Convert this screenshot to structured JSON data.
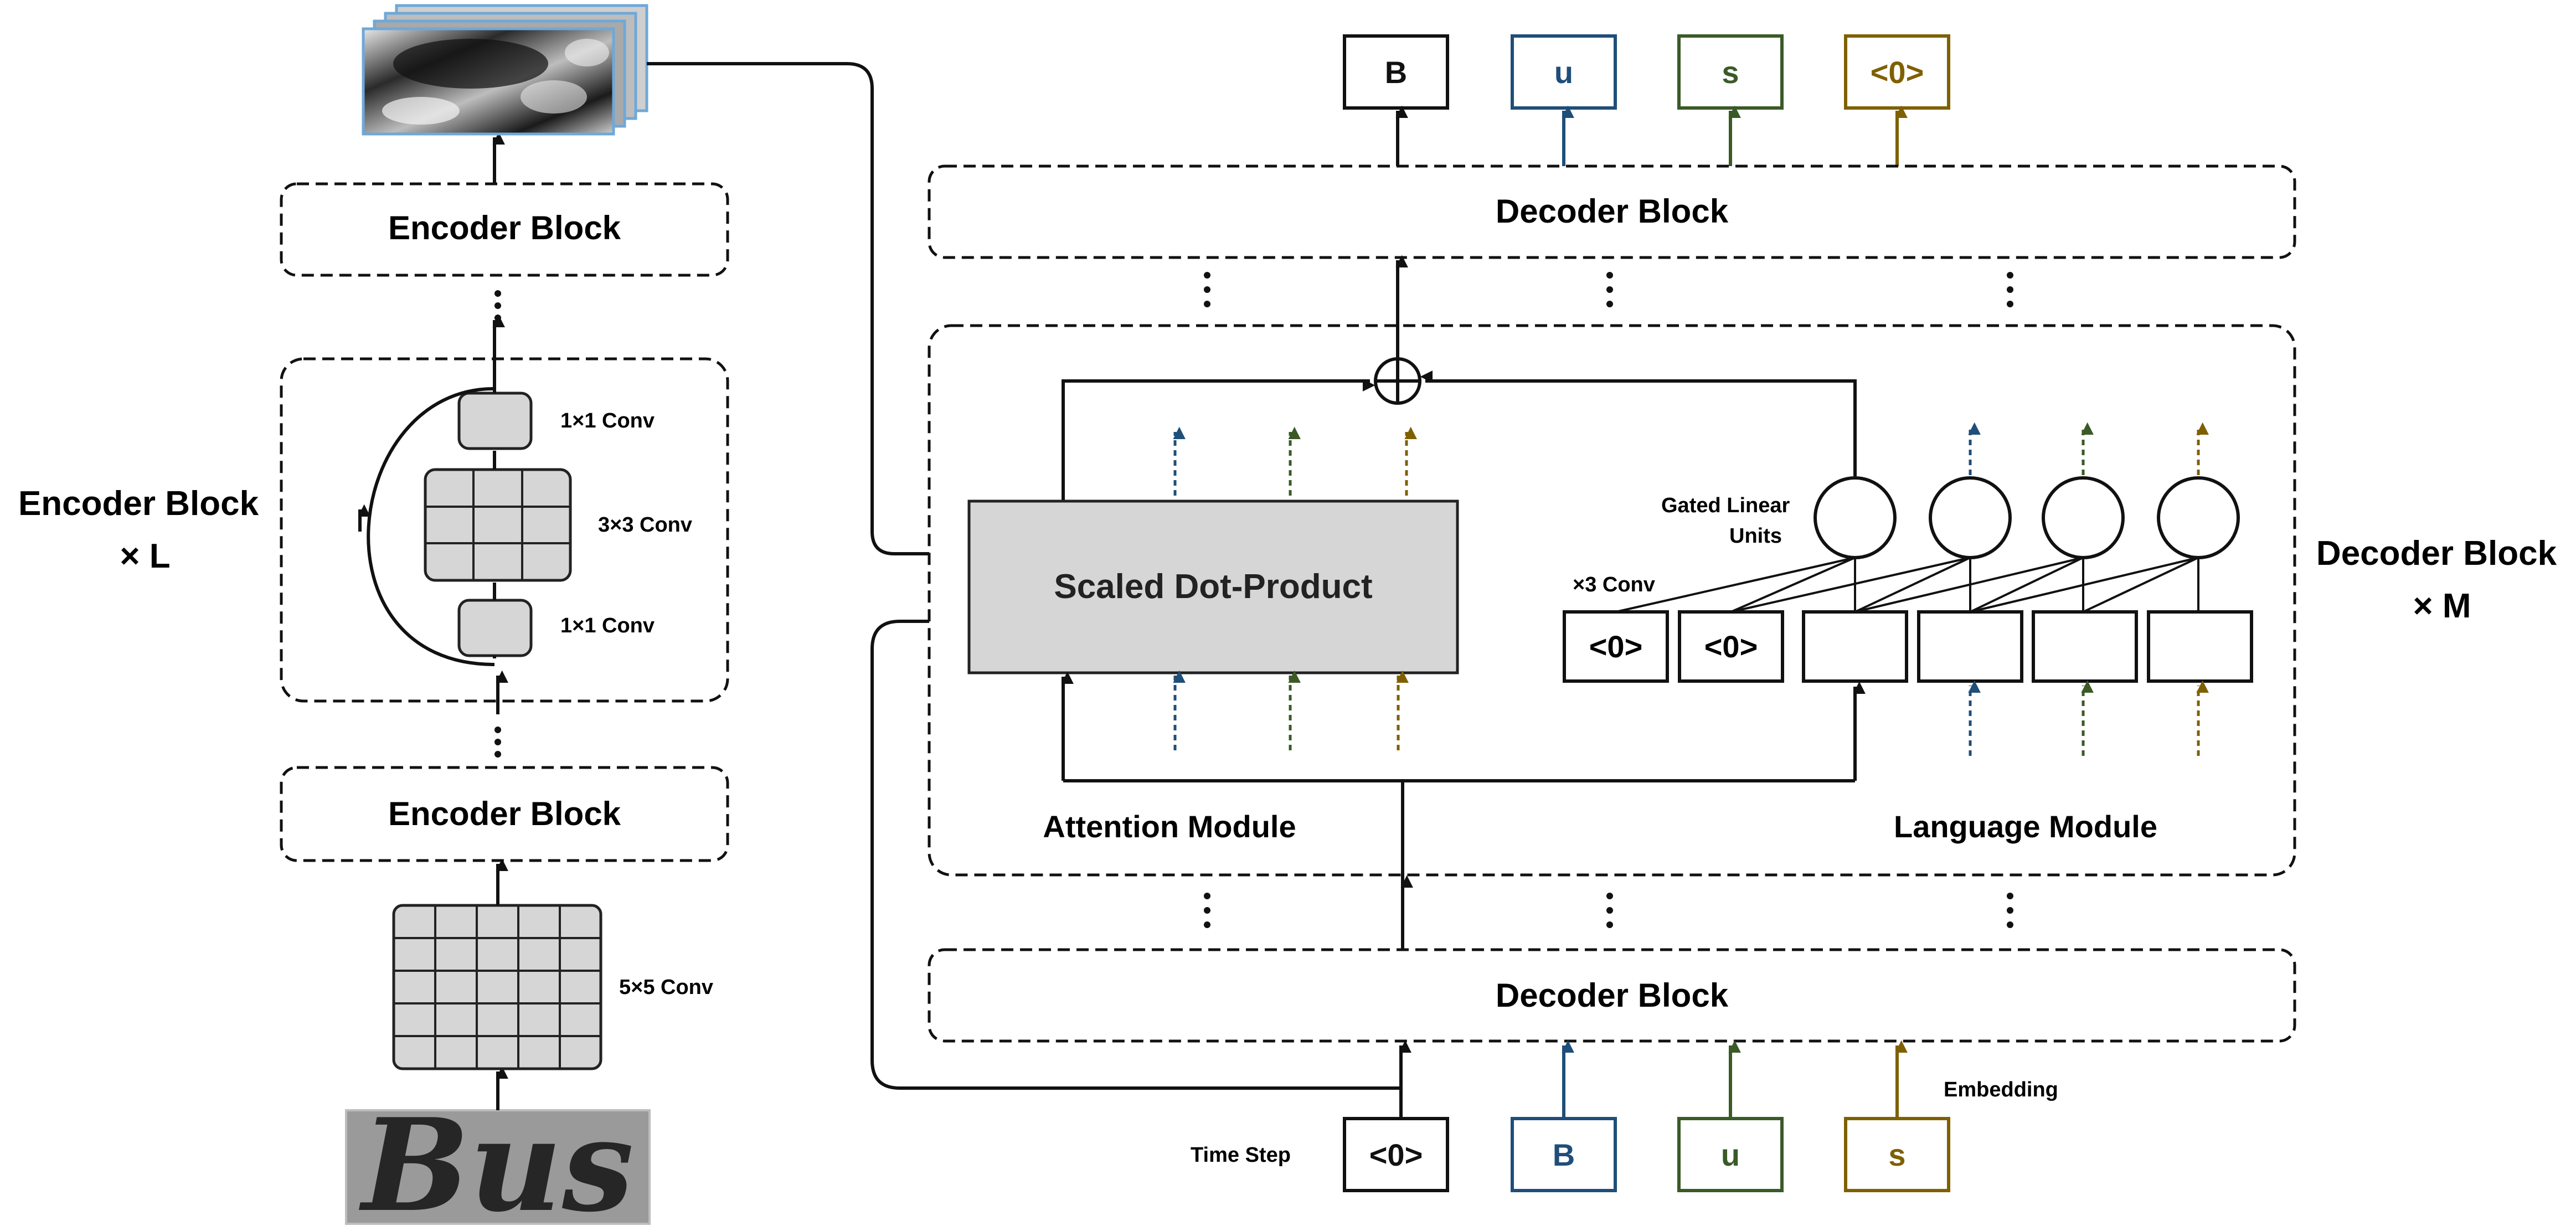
{
  "encoder": {
    "top_block_label": "Encoder Block",
    "bottom_block_label": "Encoder Block",
    "repeat_label_line1": "Encoder Block",
    "repeat_label_line2": "× L",
    "conv_top_label": "1×1 Conv",
    "conv_middle_label": "3×3 Conv",
    "conv_bottom_label": "1×1 Conv",
    "conv_input_label": "5×5 Conv",
    "input_image_text": "Bus"
  },
  "decoder": {
    "top_block_label": "Decoder Block",
    "bottom_block_label": "Decoder Block",
    "repeat_label_line1": "Decoder Block",
    "repeat_label_line2": "× M",
    "attention_core_label": "Scaled Dot-Product",
    "attention_module_label": "Attention Module",
    "language_module_label": "Language Module",
    "glu_label_line1": "Gated Linear",
    "glu_label_line2": "Units",
    "conv_label": "×3 Conv",
    "pad_tokens": [
      "<0>",
      "<0>"
    ]
  },
  "output_tokens": [
    "B",
    "u",
    "s",
    "<0>"
  ],
  "input_tokens": [
    "<0>",
    "B",
    "u",
    "s"
  ],
  "time_step_label": "Time Step",
  "embedding_label": "Embedding",
  "colors": {
    "black": "#111111",
    "blue": "#1f4e79",
    "green": "#3a5a26",
    "gold": "#7f6000",
    "gray_fill": "#d6d6d6"
  }
}
